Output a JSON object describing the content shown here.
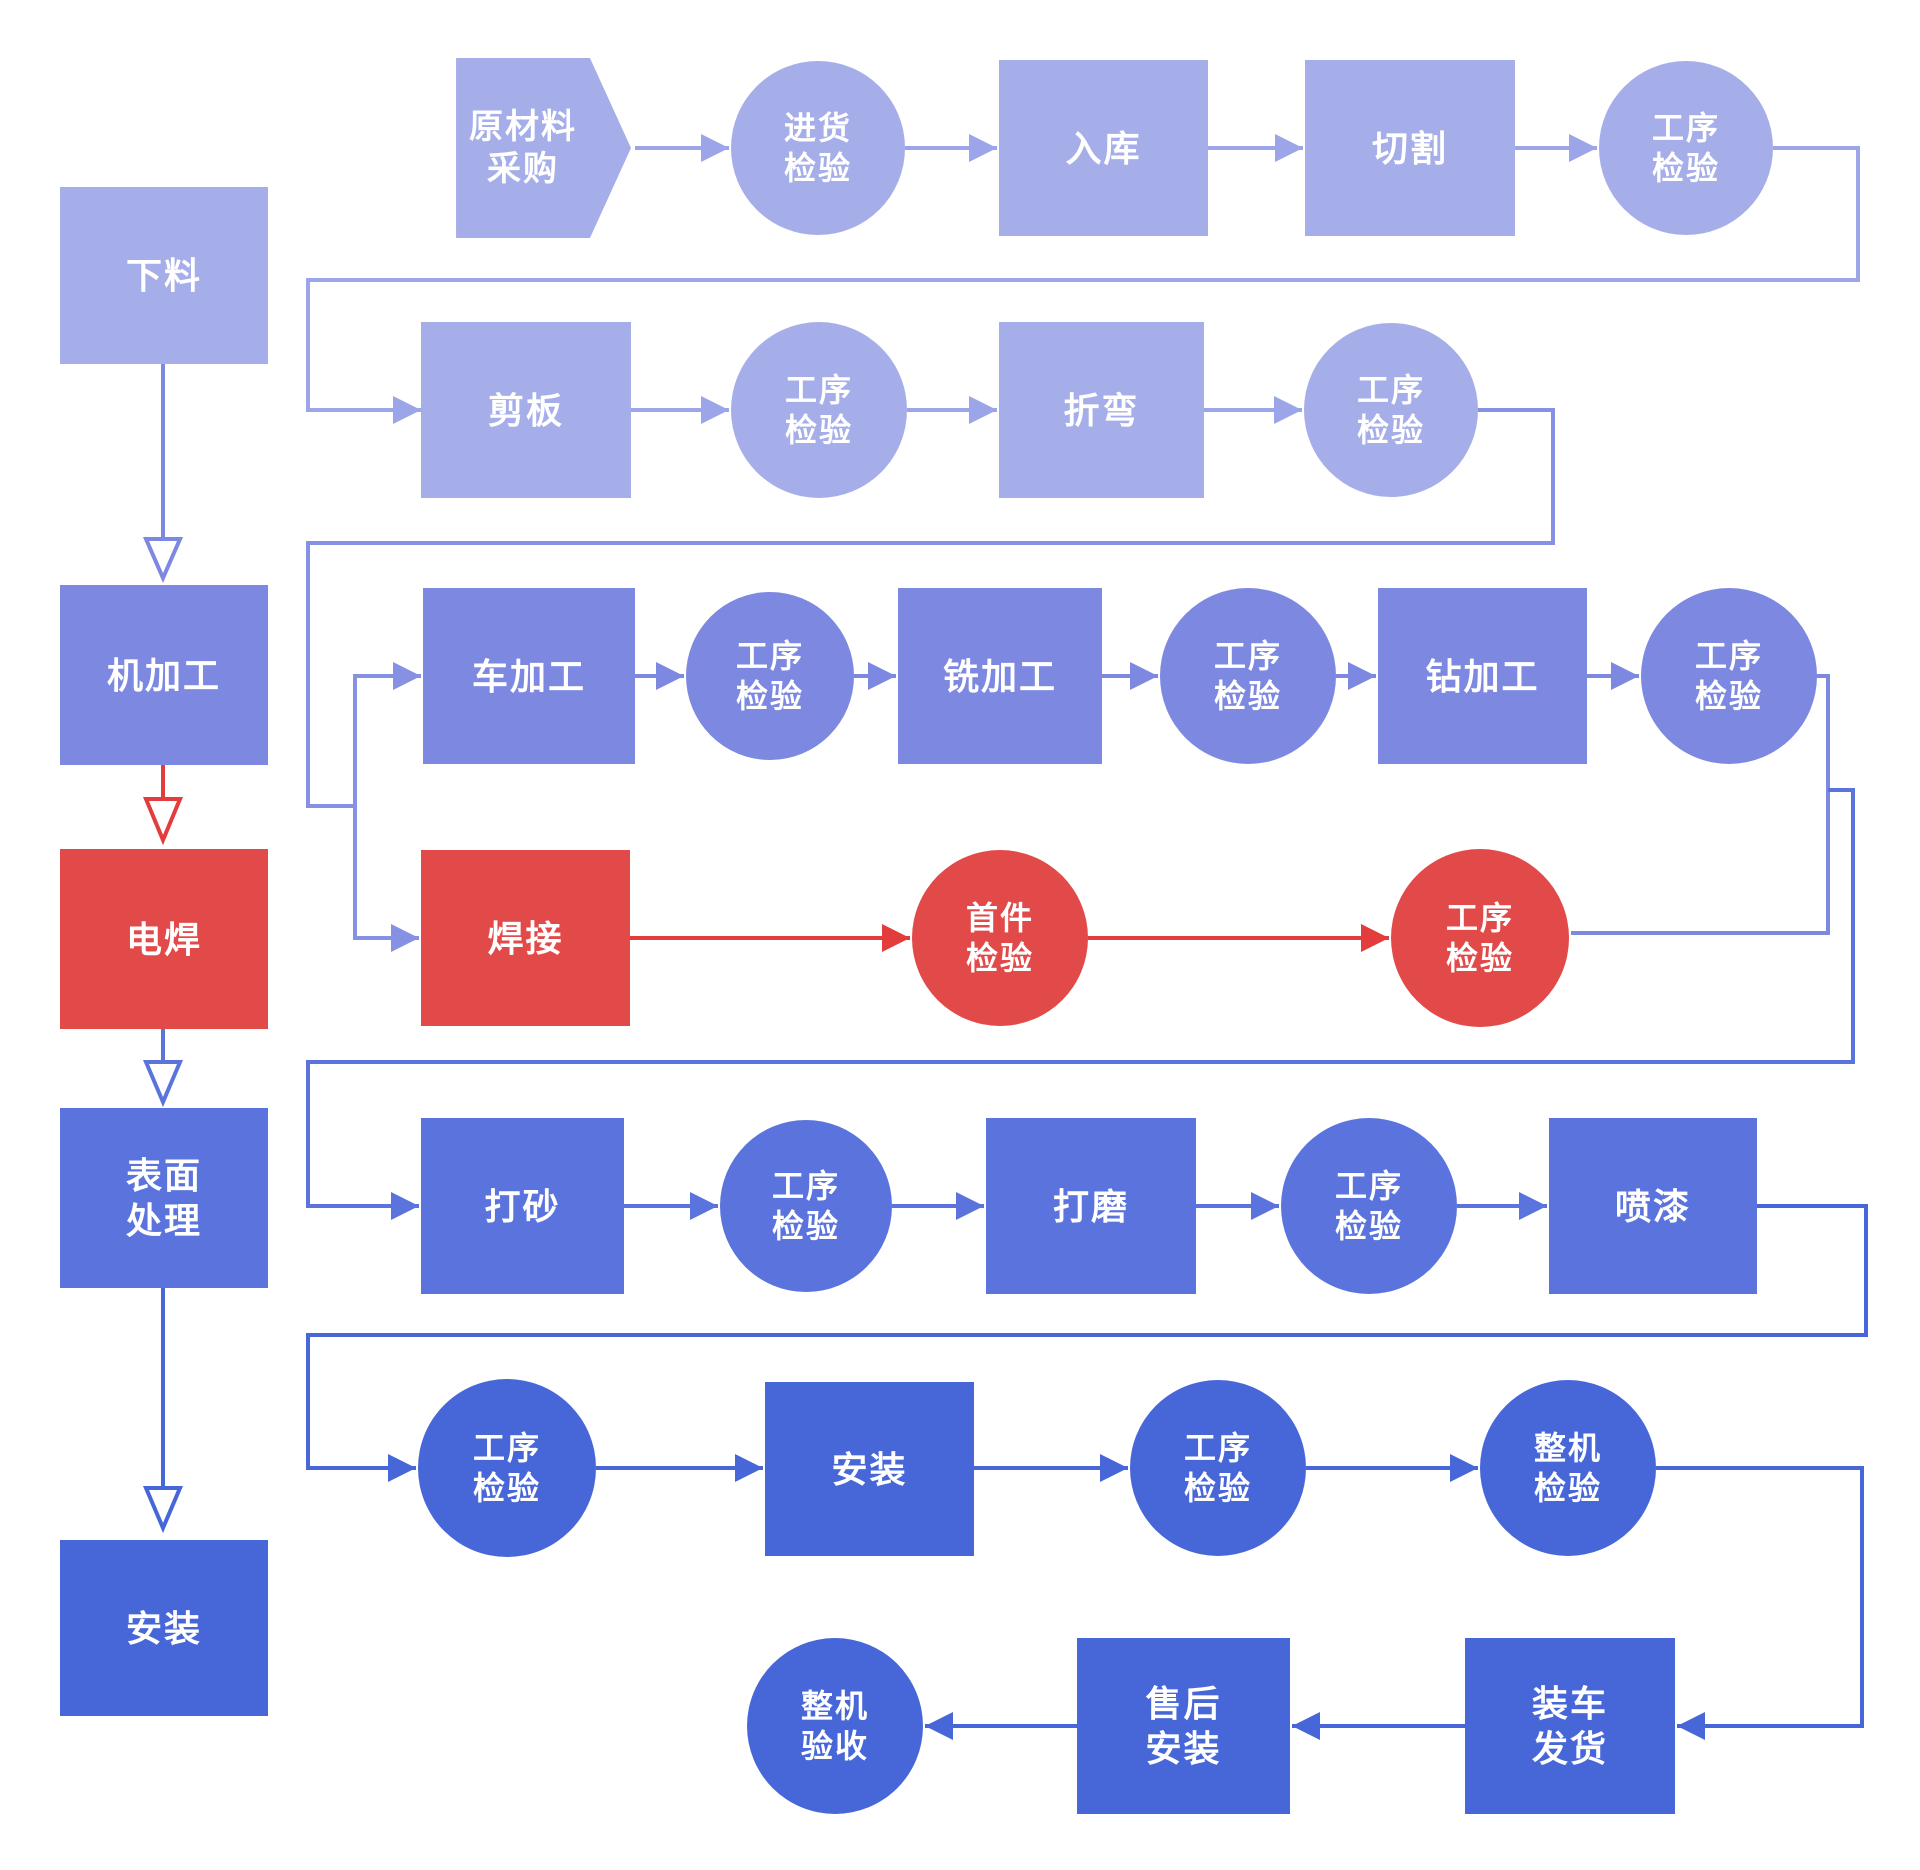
{
  "palette": {
    "light_purple_fill": "#a6aee9",
    "light_purple_line": "#9ca5e8",
    "medium_purple_fill": "#7d88e1",
    "row2_wrap_line": "#8791e4",
    "red_fill": "#e24949",
    "red_line": "#e23c3c",
    "blue_fill": "#5b74dd",
    "deep_blue_fill": "#4767d9",
    "label_text": "#ffffff",
    "background": "#ffffff"
  },
  "left_column": {
    "items": [
      {
        "id": "blanking",
        "label": "下料"
      },
      {
        "id": "machining",
        "label": "机加工"
      },
      {
        "id": "welding",
        "label": "电焊"
      },
      {
        "id": "surface-treatment",
        "label": "表面\n处理"
      },
      {
        "id": "installation",
        "label": "安装"
      }
    ]
  },
  "rows": [
    {
      "name": "material-intake",
      "nodes": [
        {
          "shape": "hexagon",
          "label": "原材料\n采购"
        },
        {
          "shape": "circle",
          "label": "进货\n检验"
        },
        {
          "shape": "rect",
          "label": "入库"
        },
        {
          "shape": "rect",
          "label": "切割"
        },
        {
          "shape": "circle",
          "label": "工序\n检验"
        }
      ]
    },
    {
      "name": "sheet-processing",
      "nodes": [
        {
          "shape": "rect",
          "label": "剪板"
        },
        {
          "shape": "circle",
          "label": "工序\n检验"
        },
        {
          "shape": "rect",
          "label": "折弯"
        },
        {
          "shape": "circle",
          "label": "工序\n检验"
        }
      ]
    },
    {
      "name": "machining",
      "nodes": [
        {
          "shape": "rect",
          "label": "车加工"
        },
        {
          "shape": "circle",
          "label": "工序\n检验"
        },
        {
          "shape": "rect",
          "label": "铣加工"
        },
        {
          "shape": "circle",
          "label": "工序\n检验"
        },
        {
          "shape": "rect",
          "label": "钻加工"
        },
        {
          "shape": "circle",
          "label": "工序\n检验"
        }
      ]
    },
    {
      "name": "welding",
      "nodes": [
        {
          "shape": "rect",
          "label": "焊接"
        },
        {
          "shape": "circle",
          "label": "首件\n检验"
        },
        {
          "shape": "circle",
          "label": "工序\n检验"
        }
      ]
    },
    {
      "name": "surface-finishing",
      "nodes": [
        {
          "shape": "rect",
          "label": "打砂"
        },
        {
          "shape": "circle",
          "label": "工序\n检验"
        },
        {
          "shape": "rect",
          "label": "打磨"
        },
        {
          "shape": "circle",
          "label": "工序\n检验"
        },
        {
          "shape": "rect",
          "label": "喷漆"
        }
      ]
    },
    {
      "name": "assembly-inspection",
      "nodes": [
        {
          "shape": "circle",
          "label": "工序\n检验"
        },
        {
          "shape": "rect",
          "label": "安装"
        },
        {
          "shape": "circle",
          "label": "工序\n检验"
        },
        {
          "shape": "circle",
          "label": "整机\n检验"
        }
      ]
    },
    {
      "name": "delivery",
      "nodes": [
        {
          "shape": "circle",
          "label": "整机\n验收"
        },
        {
          "shape": "rect",
          "label": "售后\n安装"
        },
        {
          "shape": "rect",
          "label": "装车\n发货"
        }
      ]
    }
  ]
}
